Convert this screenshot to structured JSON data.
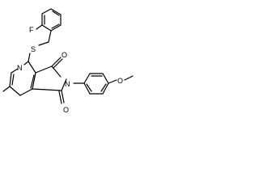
{
  "molecule": {
    "atoms": {
      "fluorine": "F",
      "sulfur": "S",
      "ring_nitrogen": "N",
      "imide_nitrogen": "N",
      "carbonyl_oxygen_top": "O",
      "carbonyl_oxygen_bottom": "O",
      "methoxy_oxygen": "O"
    }
  },
  "colors": {
    "bond": "#000000",
    "label": "#000000",
    "background": "#ffffff"
  }
}
